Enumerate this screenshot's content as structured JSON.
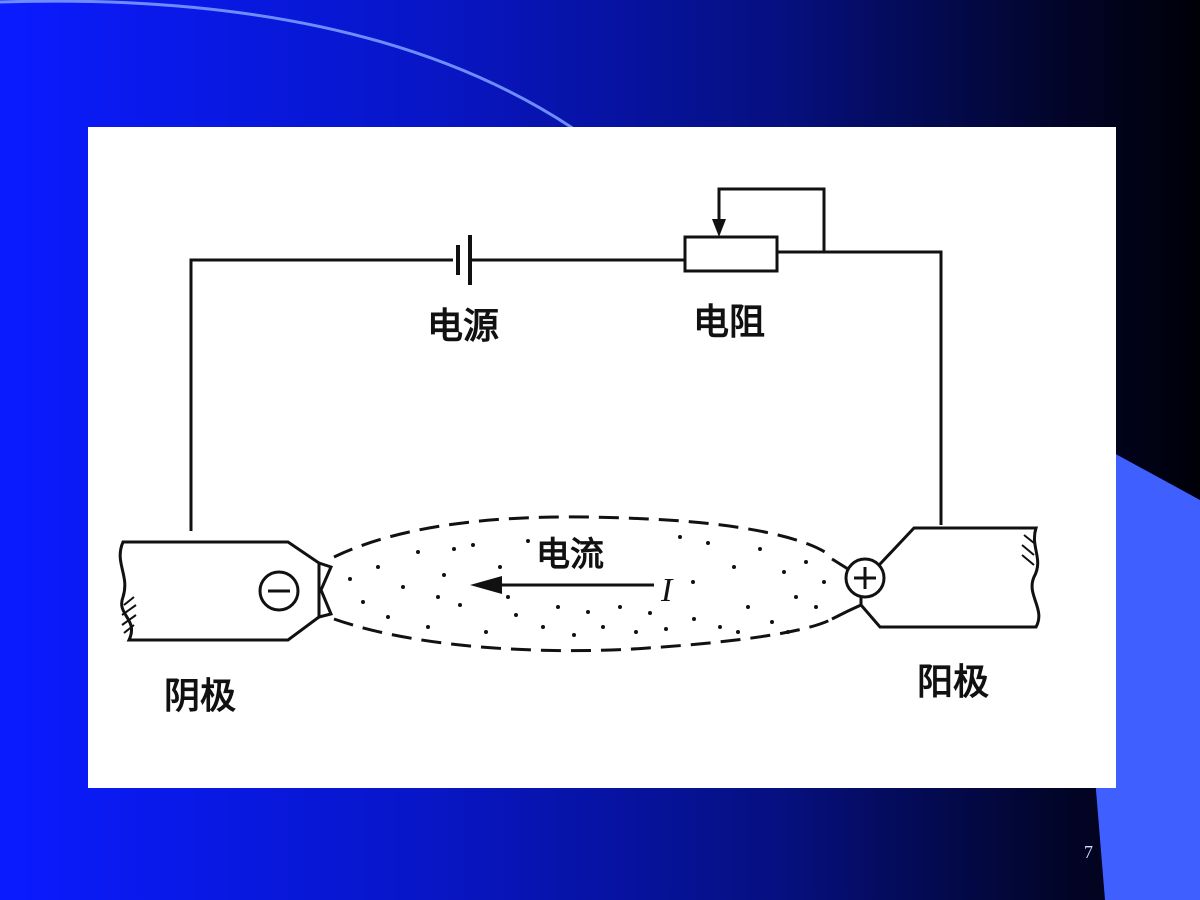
{
  "slide": {
    "page_number": "7",
    "colors": {
      "background_left": "#0a1bff",
      "background_right": "#000008",
      "accent_triangle": "#3f60ff",
      "panel": "#ffffff",
      "ink": "#111111"
    }
  },
  "diagram": {
    "labels": {
      "power_source": "电源",
      "resistor": "电阻",
      "current": "电流",
      "current_symbol": "I",
      "cathode": "阴极",
      "anode": "阳极"
    },
    "symbols": {
      "cathode_sign": "−",
      "anode_sign": "+"
    }
  }
}
